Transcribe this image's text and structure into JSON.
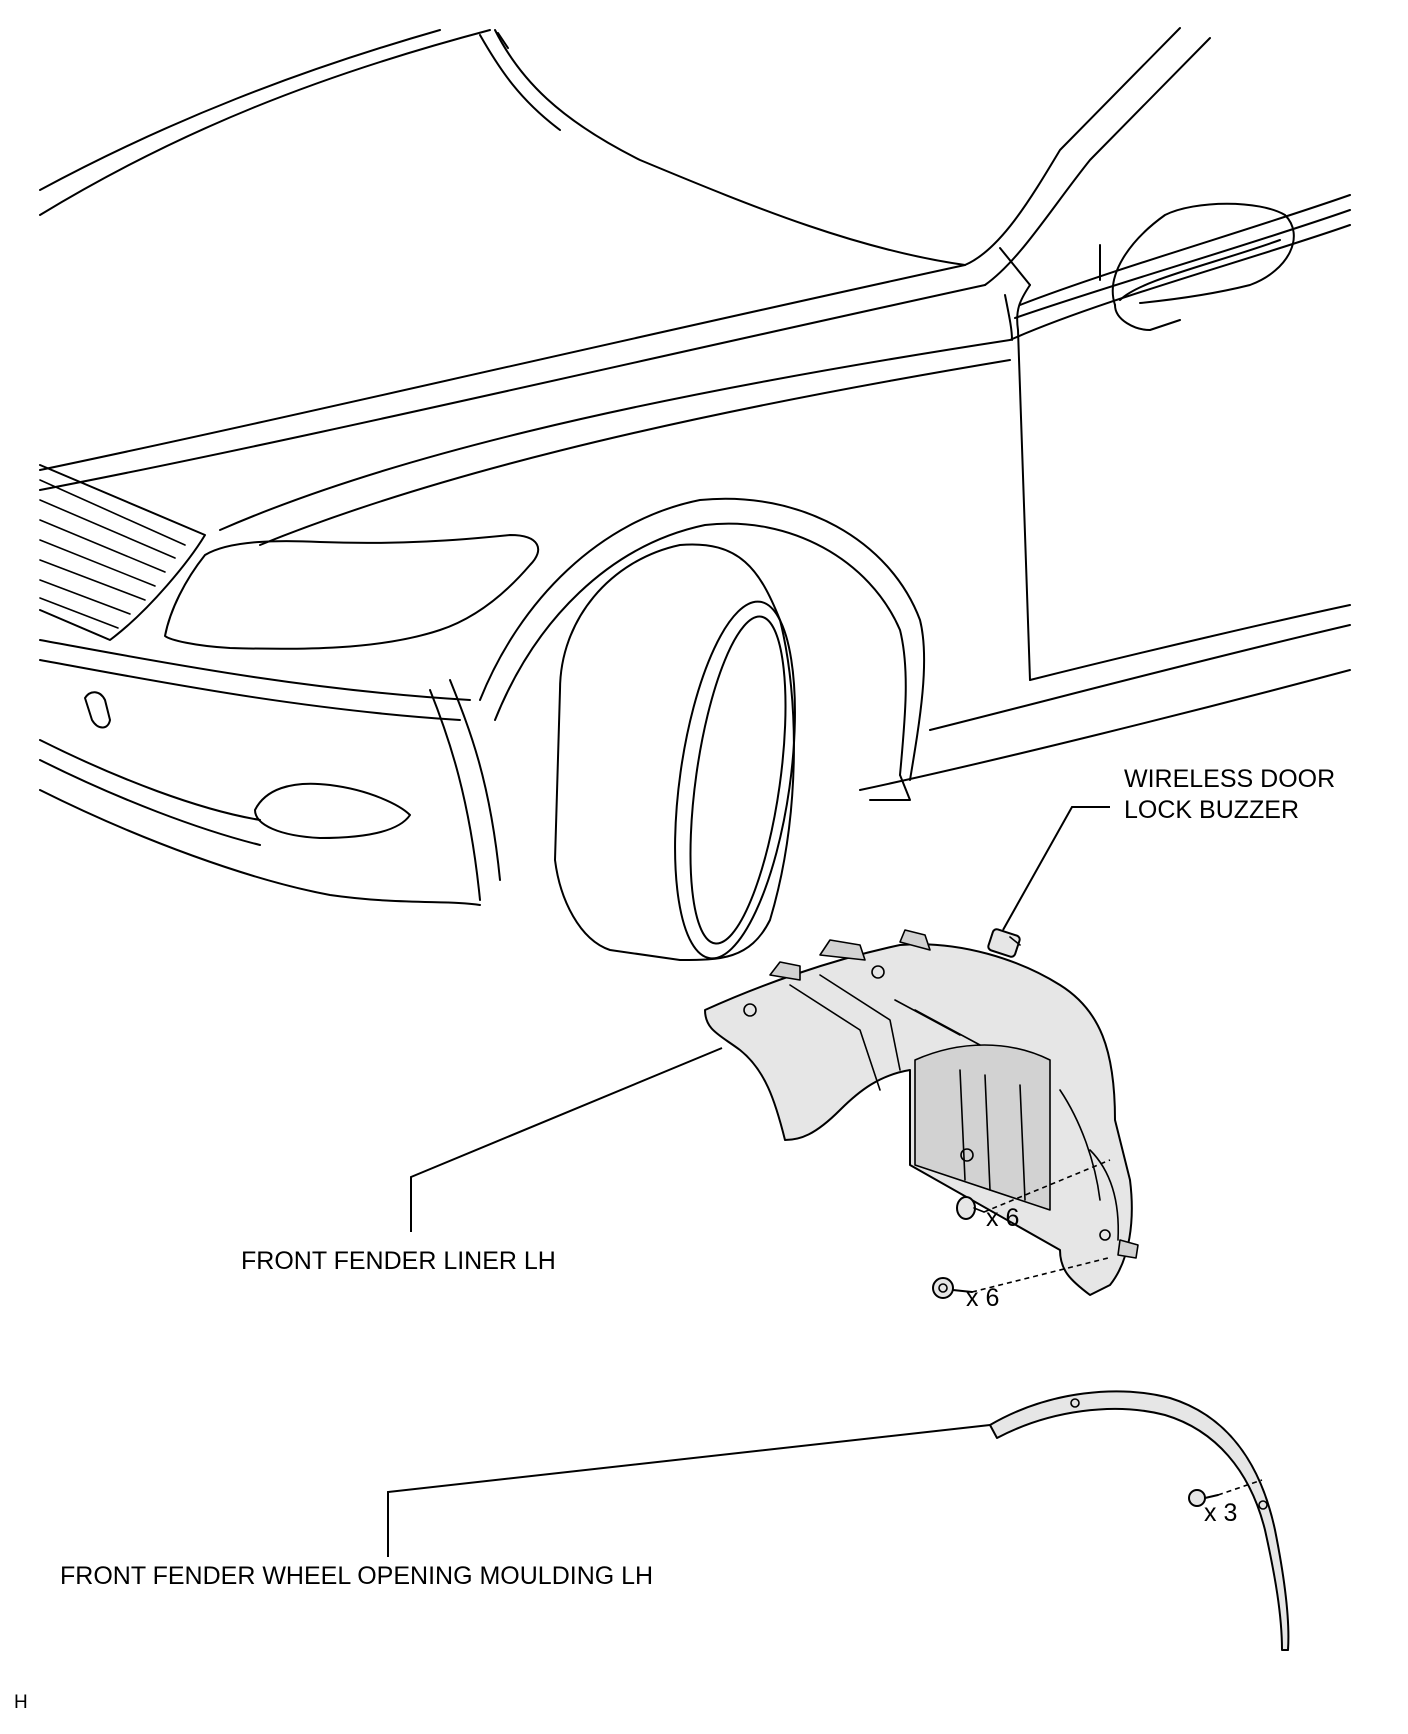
{
  "labels": {
    "buzzer_line1": "WIRELESS DOOR",
    "buzzer_line2": "LOCK BUZZER",
    "fender_liner": "FRONT FENDER LINER LH",
    "wheel_moulding": "FRONT FENDER WHEEL OPENING MOULDING LH"
  },
  "quantities": {
    "liner_clips": "x 6",
    "liner_screws": "x 6",
    "moulding_clips": "x 3"
  },
  "figure_code": "H"
}
